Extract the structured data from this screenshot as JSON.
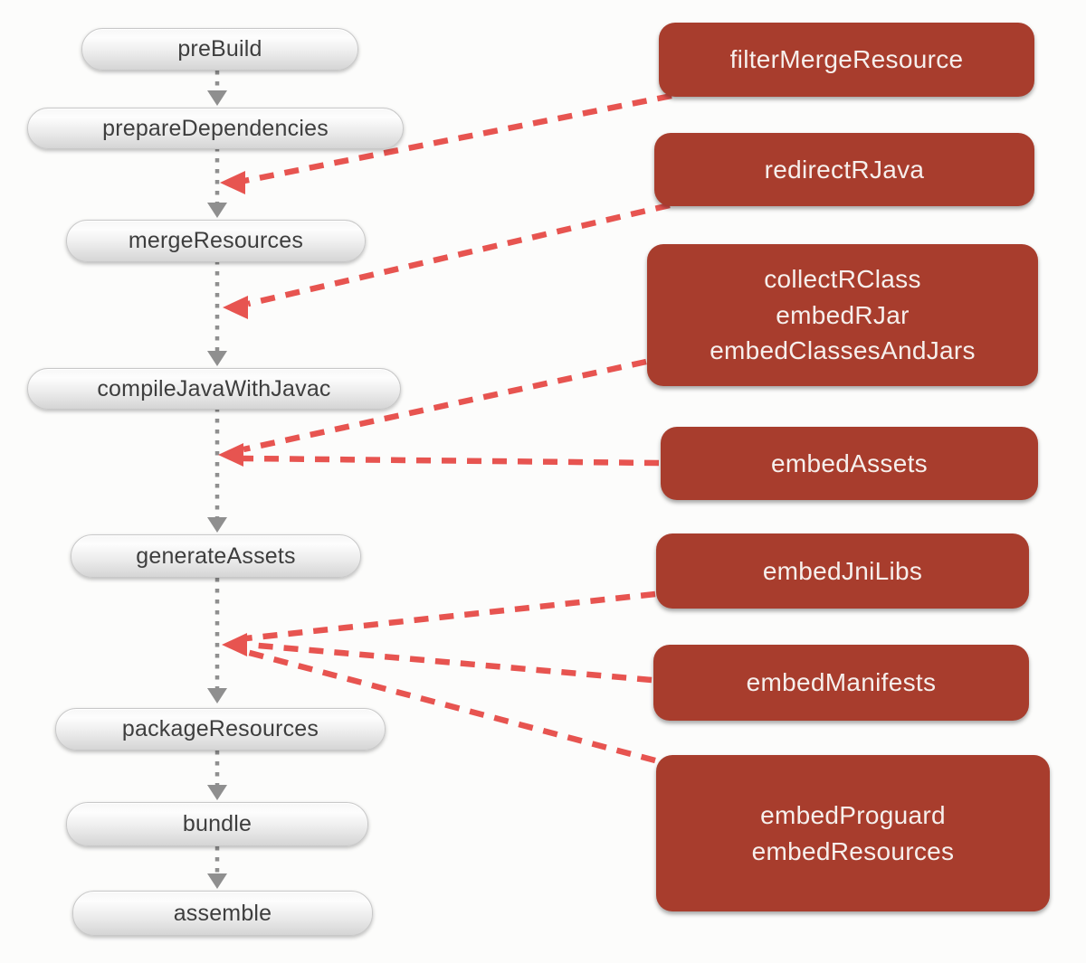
{
  "colors": {
    "background": "#fcfcfb",
    "node_fill_bottom": "#d5d5d5",
    "node_text": "#3e3e3e",
    "task_fill": "#a83d2d",
    "task_text": "#f6efec",
    "flow_connector": "#8f8f8f",
    "task_connector": "#e75450"
  },
  "pipeline": {
    "nodes": [
      {
        "id": "preBuild",
        "label": "preBuild"
      },
      {
        "id": "prepareDependencies",
        "label": "prepareDependencies"
      },
      {
        "id": "mergeResources",
        "label": "mergeResources"
      },
      {
        "id": "compileJavaWithJavac",
        "label": "compileJavaWithJavac"
      },
      {
        "id": "generateAssets",
        "label": "generateAssets"
      },
      {
        "id": "packageResources",
        "label": "packageResources"
      },
      {
        "id": "bundle",
        "label": "bundle"
      },
      {
        "id": "assemble",
        "label": "assemble"
      }
    ],
    "flow": [
      {
        "from": "preBuild",
        "to": "prepareDependencies"
      },
      {
        "from": "prepareDependencies",
        "to": "mergeResources"
      },
      {
        "from": "mergeResources",
        "to": "compileJavaWithJavac"
      },
      {
        "from": "compileJavaWithJavac",
        "to": "generateAssets"
      },
      {
        "from": "generateAssets",
        "to": "packageResources"
      },
      {
        "from": "packageResources",
        "to": "bundle"
      },
      {
        "from": "bundle",
        "to": "assemble"
      }
    ]
  },
  "tasks": {
    "boxes": [
      {
        "id": "filterMergeResource",
        "label": "filterMergeResource"
      },
      {
        "id": "redirectRJava",
        "label": "redirectRJava"
      },
      {
        "id": "collectRClass",
        "label": "collectRClass\nembedRJar\nembedClassesAndJars"
      },
      {
        "id": "embedAssets",
        "label": "embedAssets"
      },
      {
        "id": "embedJniLibs",
        "label": "embedJniLibs"
      },
      {
        "id": "embedManifests",
        "label": "embedManifests"
      },
      {
        "id": "embedProguard",
        "label": "embedProguard\nembedResources"
      }
    ],
    "insertions": [
      {
        "task": "filterMergeResource",
        "points_to": "between prepareDependencies and mergeResources"
      },
      {
        "task": "redirectRJava",
        "points_to": "between mergeResources and compileJavaWithJavac"
      },
      {
        "task": "collectRClass",
        "points_to": "between compileJavaWithJavac and generateAssets"
      },
      {
        "task": "embedAssets",
        "points_to": "between compileJavaWithJavac and generateAssets"
      },
      {
        "task": "embedJniLibs",
        "points_to": "between generateAssets and packageResources"
      },
      {
        "task": "embedManifests",
        "points_to": "between generateAssets and packageResources"
      },
      {
        "task": "embedProguard",
        "points_to": "between generateAssets and packageResources"
      }
    ]
  }
}
